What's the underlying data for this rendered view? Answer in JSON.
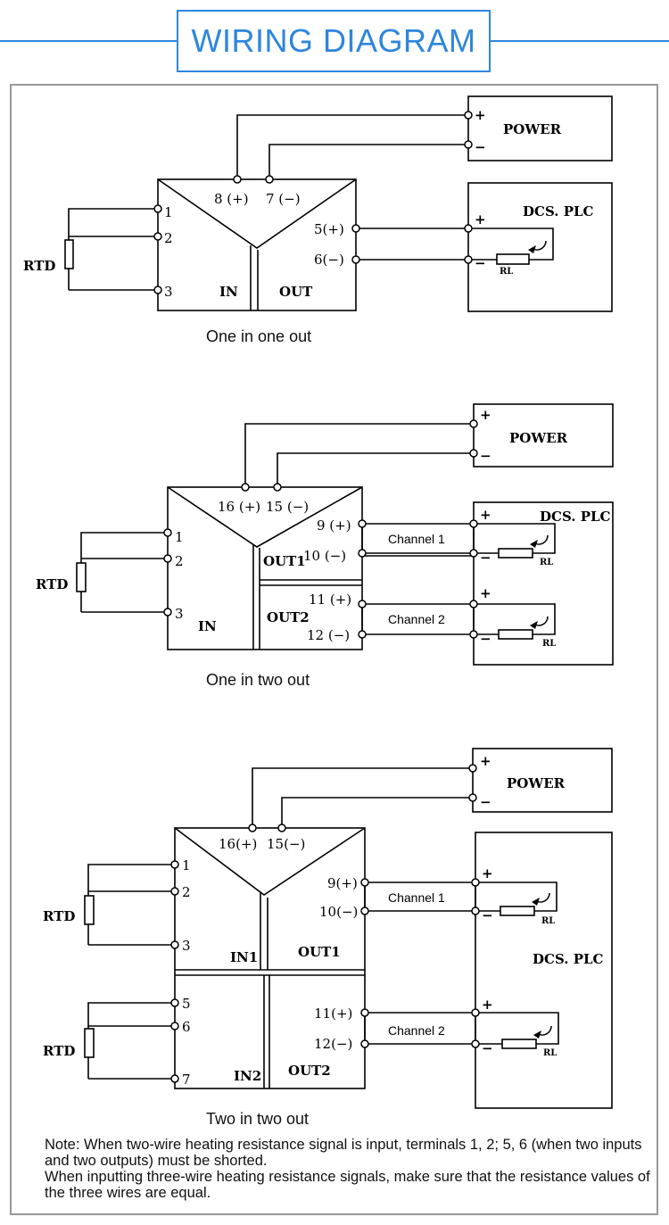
{
  "title": "WIRING DIAGRAM",
  "labels": {
    "power": "POWER",
    "dcs": "DCS. PLC",
    "rtd": "RTD",
    "rl": "RL",
    "plus": "+",
    "minus": "−",
    "in": "IN",
    "out": "OUT",
    "out1": "OUT1",
    "out2": "OUT2",
    "in1": "IN1",
    "in2": "IN2",
    "channel1": "Channel 1",
    "channel2": "Channel 2"
  },
  "terminals": {
    "t1": "1",
    "t2": "2",
    "t3": "3",
    "t5": "5",
    "t6": "6",
    "t7": "7",
    "t8p": "8 (+)",
    "t7m": "7 (−)",
    "t5p": "5(+)",
    "t6m": "6(−)",
    "t16p": "16 (+)",
    "t15m": "15 (−)",
    "t16pb": "16(+)",
    "t15mb": "15(−)",
    "t9p": "9 (+)",
    "t10m": "10 (−)",
    "t11p": "11 (+)",
    "t12m": "12 (−)",
    "t9pb": "9(+)",
    "t10mb": "10(−)",
    "t11pb": "11(+)",
    "t12mb": "12(−)"
  },
  "captions": {
    "one_one": "One in one out",
    "one_two": "One in two out",
    "two_two": "Two in two out"
  },
  "note": {
    "line1": "Note: When two-wire heating resistance signal is input, terminals 1, 2; 5, 6 (when two inputs and two outputs) must be shorted.",
    "line2": "When inputting three-wire heating resistance signals, make sure that the resistance values of the three wires are equal."
  },
  "colors": {
    "accent": "#2e86de",
    "frame": "#999999"
  }
}
